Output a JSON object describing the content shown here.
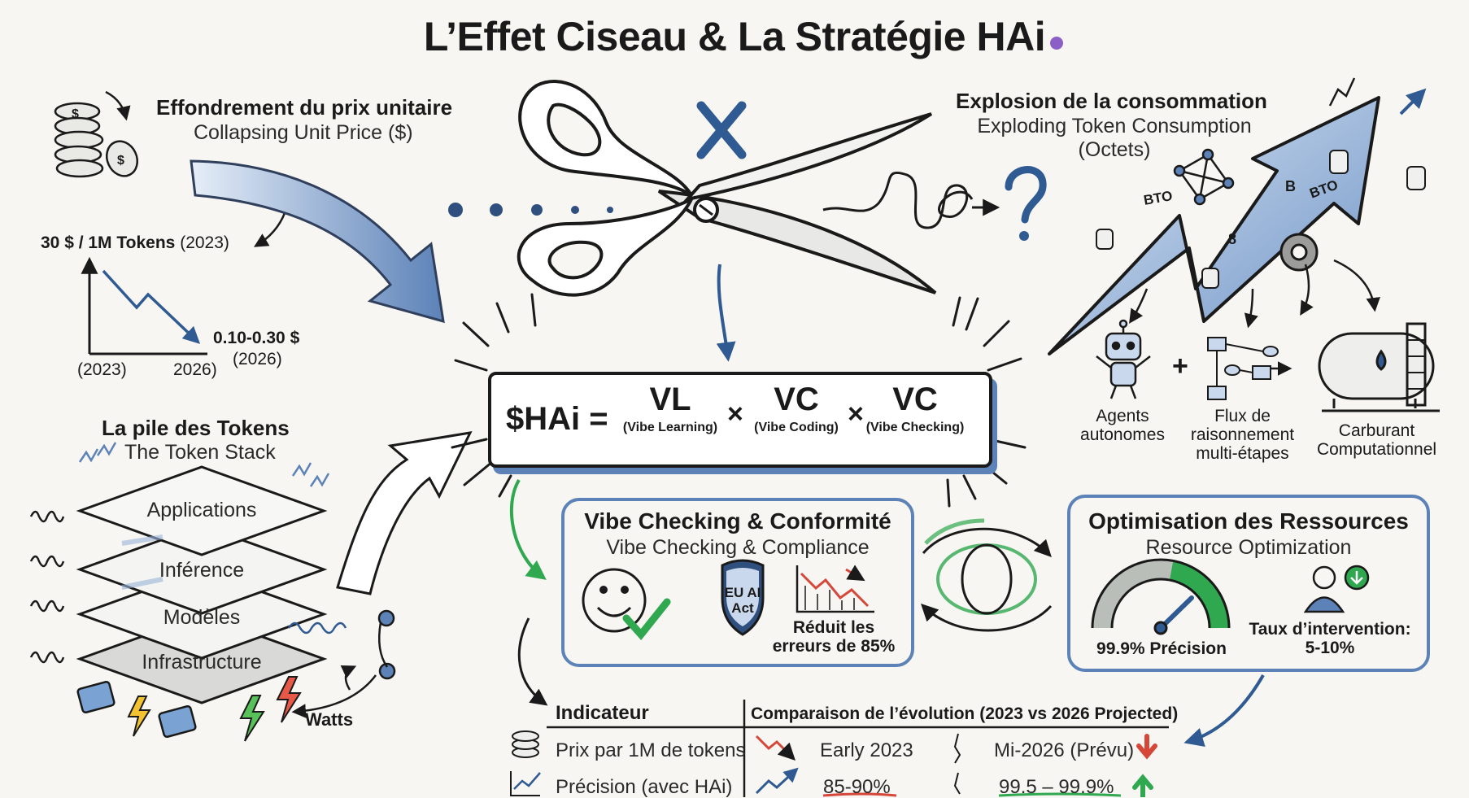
{
  "title": "L’Effet Ciseau & La Stratégie HAi",
  "price_panel": {
    "heading": "Effondrement du prix unitaire",
    "subheading": "Collapsing Unit Price ($)",
    "start_label_bold": "30 $ / 1M Tokens",
    "start_label_year": "(2023)",
    "end_label_bold": "0.10-0.30 $",
    "end_label_year": "(2026)",
    "axis_start": "(2023)",
    "axis_end": "2026)"
  },
  "consumption_panel": {
    "heading": "Explosion de la consommation",
    "subheading_line1": "Exploding Token Consumption",
    "subheading_line2": "(Octets)",
    "arrow_glyphs": [
      "BTO",
      "B",
      "8",
      "BTO"
    ],
    "flow": [
      {
        "line1": "Agents",
        "line2": "autonomes",
        "icon": "robot-icon"
      },
      {
        "line1": "Flux de",
        "line2": "raisonnement",
        "line3": "multi-étapes",
        "icon": "flowchart-icon"
      },
      {
        "line1": "Carburant",
        "line2": "Computationnel",
        "icon": "fuel-tank-icon"
      }
    ],
    "plus": "+"
  },
  "formula": {
    "lhs": "$HAi =",
    "terms": [
      {
        "abbr": "VL",
        "full": "(Vibe Learning)"
      },
      {
        "abbr": "VC",
        "full": "(Vibe Coding)"
      },
      {
        "abbr": "VC",
        "full": "(Vibe Checking)"
      }
    ],
    "times": "×"
  },
  "token_stack": {
    "heading": "La pile des Tokens",
    "subheading": "The Token Stack",
    "layers": [
      "Applications",
      "Inférence",
      "Modèles",
      "Infrastructure"
    ],
    "watts": "Watts"
  },
  "vibe_checking": {
    "heading": "Vibe Checking & Conformité",
    "subheading": "Vibe Checking & Compliance",
    "shield_line1": "EU AI",
    "shield_line2": "Act",
    "stat_line1": "Réduit les",
    "stat_line2": "erreurs de 85%"
  },
  "optimisation": {
    "heading": "Optimisation des Ressources",
    "subheading": "Resource Optimization",
    "gauge_label": "99.9% Précision",
    "rate_line1": "Taux d’intervention:",
    "rate_line2": "5-10%"
  },
  "table": {
    "col1_header": "Indicateur",
    "col2_header": "Comparaison de l’évolution (2023 vs 2026 Projected)",
    "rows": [
      {
        "indicator": "Prix par 1M de tokens",
        "early": "Early 2023",
        "mid": "Mi-2026 (Prévu)",
        "trend": "down"
      },
      {
        "indicator": "Précision (avec HAi)",
        "early": "85-90%",
        "mid": "99.5 – 99.9%",
        "trend": "up"
      }
    ]
  },
  "colors": {
    "accent_blue": "#5c82b8",
    "dark_blue": "#2f5a92",
    "green": "#2fa84f",
    "red": "#d6473a",
    "ink": "#1a1a1a",
    "background": "#f7f6f2"
  }
}
